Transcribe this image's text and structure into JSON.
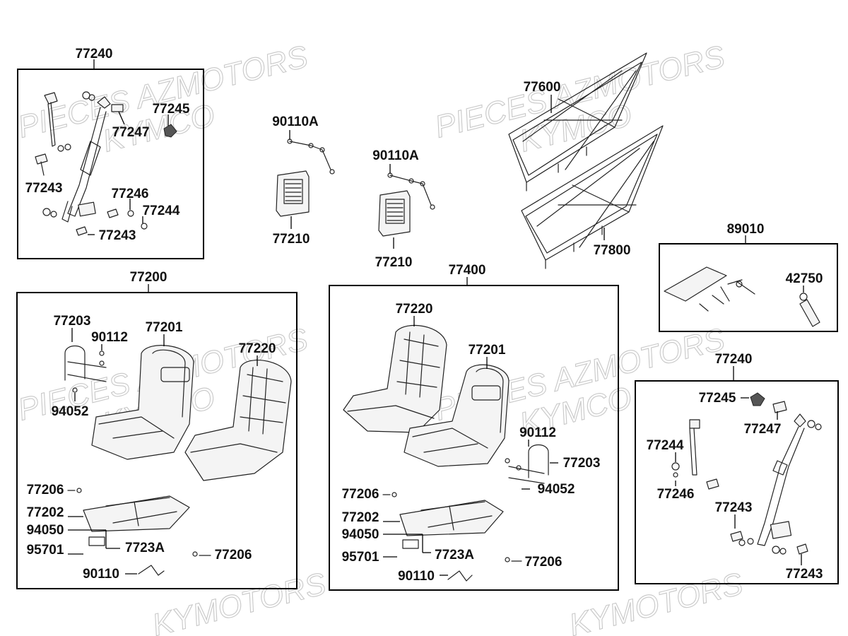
{
  "watermarks": {
    "line1": "PIECES AZMOTORS",
    "line2": "KYMCO",
    "line3": "AZMOTORS",
    "line4": "KYMOTORS"
  },
  "groups": {
    "seatbelt_left": {
      "title": "77240",
      "labels": {
        "p77245": "77245",
        "p77247": "77247",
        "p77243_a": "77243",
        "p77246": "77246",
        "p77244": "77244",
        "p77243_b": "77243"
      }
    },
    "mounts_top": {
      "p90110A_1": "90110A",
      "p77210_1": "77210",
      "p90110A_2": "90110A",
      "p77210_2": "77210"
    },
    "nets": {
      "p77600": "77600",
      "p77800": "77800"
    },
    "toolkit": {
      "title": "89010",
      "labels": {
        "p42750": "42750"
      }
    },
    "seats_left": {
      "title": "77200",
      "labels": {
        "p77203": "77203",
        "p90112": "90112",
        "p77201": "77201",
        "p77220": "77220",
        "p94052": "94052",
        "p77206_a": "77206",
        "p77202": "77202",
        "p94050": "94050",
        "p95701": "95701",
        "p7723A": "7723A",
        "p77206_b": "77206",
        "p90110": "90110"
      }
    },
    "seats_mid": {
      "title": "77400",
      "labels": {
        "p77220": "77220",
        "p77201": "77201",
        "p90112": "90112",
        "p77203": "77203",
        "p94052": "94052",
        "p77206_a": "77206",
        "p77202": "77202",
        "p94050": "94050",
        "p95701": "95701",
        "p7723A": "7723A",
        "p77206_b": "77206",
        "p90110": "90110"
      }
    },
    "seatbelt_right": {
      "title": "77240",
      "labels": {
        "p77245": "77245",
        "p77247": "77247",
        "p77244": "77244",
        "p77246": "77246",
        "p77243_a": "77243",
        "p77243_b": "77243"
      }
    }
  }
}
